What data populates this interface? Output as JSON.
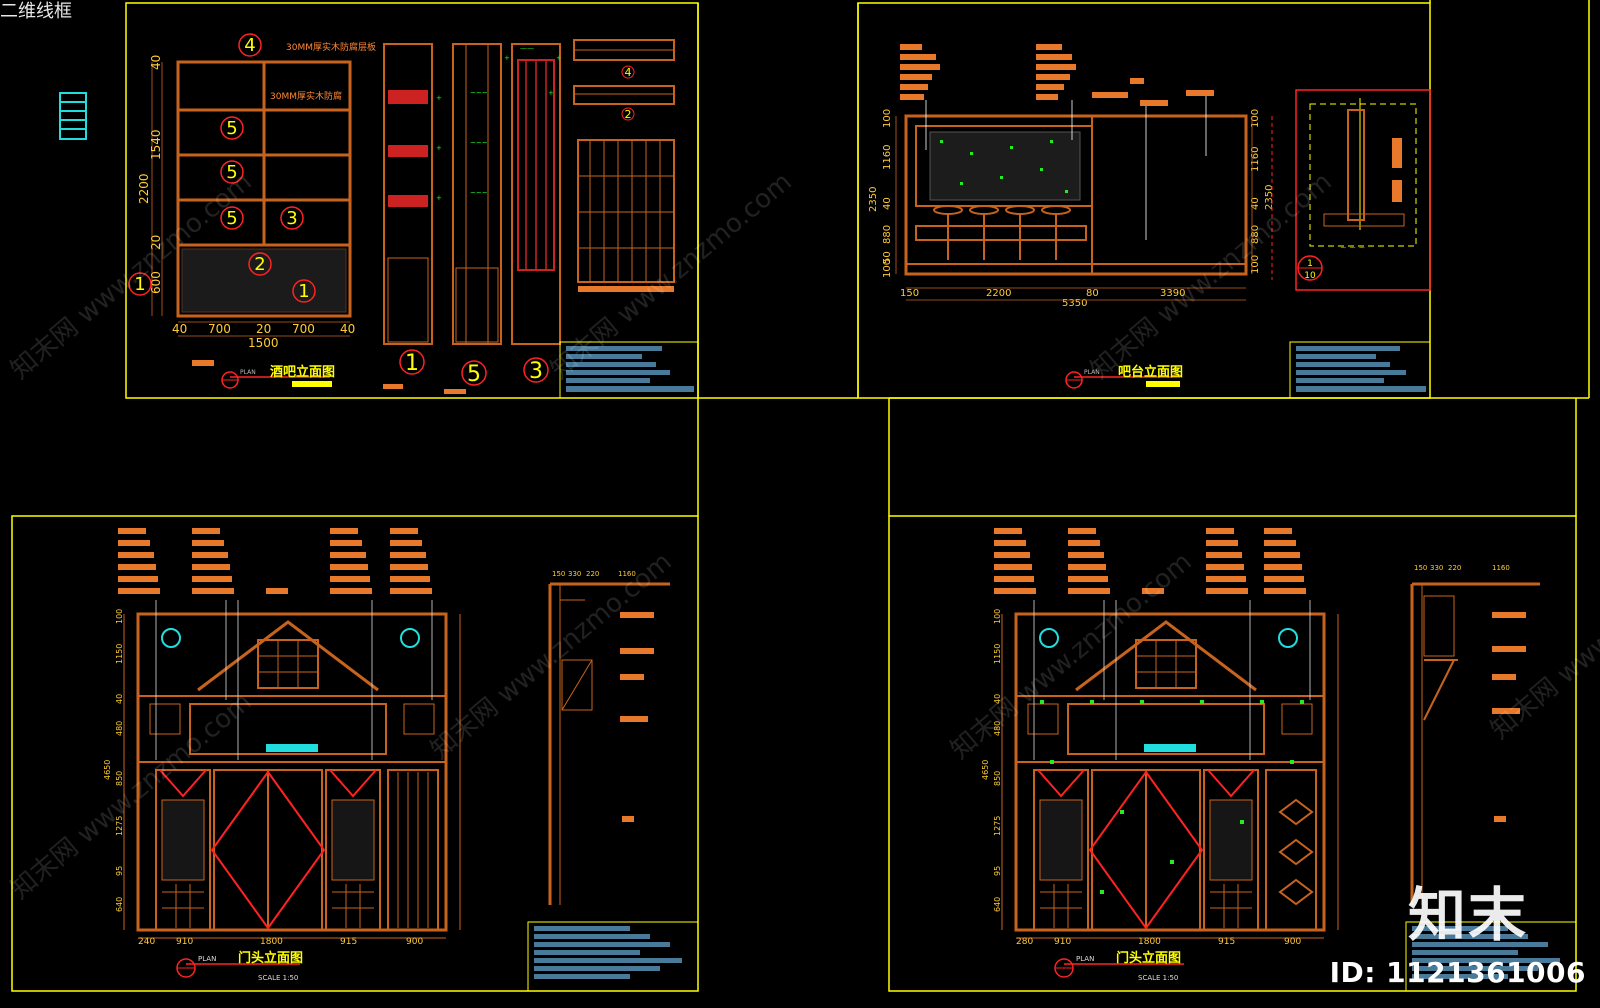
{
  "view_label": "二维线框",
  "watermark": {
    "logo_text": "知末",
    "id_text": "ID: 1121361006",
    "diagonal_text": "知末网 www.znzmo.com"
  },
  "sheets": {
    "bar": {
      "title": "酒吧立面图",
      "plan_tag": "PLAN",
      "dims_v": [
        "40",
        "1540",
        "20",
        "600",
        "2200"
      ],
      "dims_h": [
        "40",
        "700",
        "20",
        "700",
        "40"
      ],
      "dim_total": "1500",
      "callouts": [
        "4",
        "5",
        "5",
        "5",
        "3",
        "2",
        "1",
        "1"
      ],
      "section_marks": [
        "1",
        "5",
        "3"
      ],
      "detail_marks": [
        "4",
        "2"
      ],
      "note1": "30MM厚实木防腐层板",
      "note2": "30MM厚实木防腐"
    },
    "counter": {
      "title": "吧台立面图",
      "plan_tag": "PLAN",
      "dims_l": [
        "100",
        "1160",
        "40",
        "880",
        "50",
        "100"
      ],
      "dims_l_total": "2350",
      "dims_r": [
        "100",
        "1160",
        "40",
        "880",
        "100"
      ],
      "dims_r_total": "2350",
      "dims_b": [
        "150",
        "2200",
        "80",
        "3390"
      ],
      "dim_total": "5350",
      "detail_tag": "1",
      "detail_scale": "10"
    },
    "facade1": {
      "title": "门头立面图",
      "plan_tag": "PLAN",
      "scale": "SCALE 1:50",
      "dims_b": [
        "240",
        "910",
        "1800",
        "915",
        "900"
      ],
      "dims_l": [
        "100",
        "1150",
        "40",
        "480",
        "850",
        "1275",
        "95",
        "640",
        "4650"
      ],
      "dims_side": [
        "150",
        "330",
        "220",
        "1160"
      ]
    },
    "facade2": {
      "title": "门头立面图",
      "plan_tag": "PLAN",
      "scale": "SCALE 1:50",
      "dims_b": [
        "280",
        "910",
        "1800",
        "915",
        "900"
      ],
      "dims_l": [
        "100",
        "1150",
        "40",
        "480",
        "850",
        "1275",
        "95",
        "640",
        "4650"
      ],
      "dims_side": [
        "150",
        "330",
        "220",
        "1160"
      ]
    }
  },
  "colors": {
    "frame": "#ffff00",
    "wood": "#c8631e",
    "green": "#22ee22",
    "red": "#ff2222",
    "cyan": "#22dddd",
    "titleblock": "#4a7a9a",
    "tag": "#e8782a"
  }
}
